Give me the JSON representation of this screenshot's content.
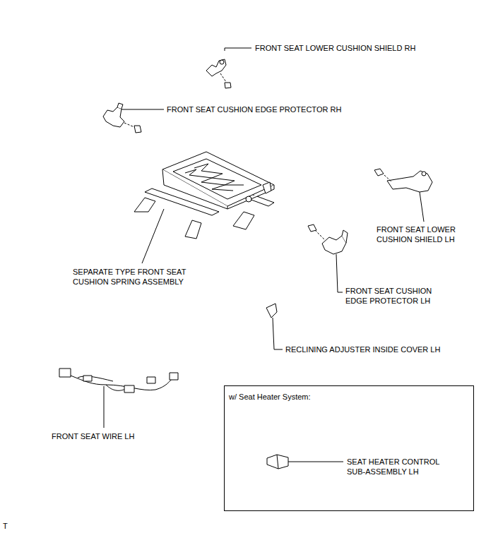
{
  "diagram": {
    "nodes": [
      {
        "text": [
          "w/ Seat Heater System:",
          "SEAT HEATER CONTROL SUB-ASSEMBLY LH"
        ]
      }
    ],
    "labels": [
      "FRONT SEAT LOWER CUSHION SHIELD RH",
      "FRONT SEAT CUSHION EDGE PROTECTOR RH",
      "SEPARATE TYPE FRONT SEAT CUSHION SPRING ASSEMBLY",
      "FRONT SEAT LOWER CUSHION SHIELD LH",
      "FRONT SEAT CUSHION EDGE PROTECTOR LH",
      "RECLINING ADJUSTER INSIDE COVER LH",
      "FRONT SEAT WIRE LH",
      "T"
    ]
  }
}
